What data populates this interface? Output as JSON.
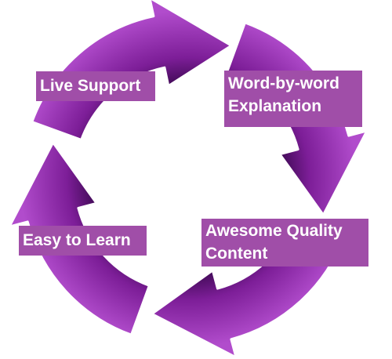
{
  "diagram": {
    "colors": {
      "arrow_light": "#a33ec0",
      "arrow_mid": "#7d1e98",
      "arrow_dark": "#3d0952",
      "label_bg": "#a04ea8",
      "label_text": "#ffffff"
    },
    "steps": [
      {
        "label": "Live Support"
      },
      {
        "label": "Word-by-word\nExplanation"
      },
      {
        "label": "Awesome Quality\nContent"
      },
      {
        "label": "Easy to Learn"
      }
    ]
  }
}
